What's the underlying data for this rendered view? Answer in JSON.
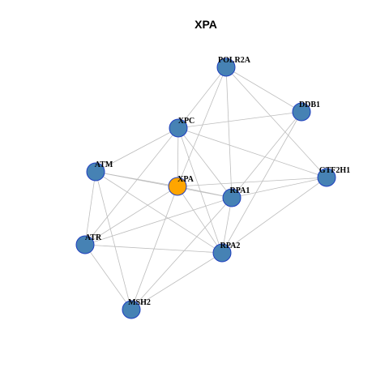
{
  "title": "XPA",
  "colors": {
    "node_default": "#4682b4",
    "node_highlight": "#ffa500",
    "node_border": "#1f3fbf",
    "edge": "#bdbdbd"
  },
  "nodes": [
    {
      "id": "POLR2A",
      "label": "POLR2A",
      "highlight": false
    },
    {
      "id": "DDB1",
      "label": "DDB1",
      "highlight": false
    },
    {
      "id": "XPC",
      "label": "XPC",
      "highlight": false
    },
    {
      "id": "ATM",
      "label": "ATM",
      "highlight": false
    },
    {
      "id": "XPA",
      "label": "XPA",
      "highlight": true
    },
    {
      "id": "GTF2H1",
      "label": "GTF2H1",
      "highlight": false
    },
    {
      "id": "RPA1",
      "label": "RPA1",
      "highlight": false
    },
    {
      "id": "ATR",
      "label": "ATR",
      "highlight": false
    },
    {
      "id": "RPA2",
      "label": "RPA2",
      "highlight": false
    },
    {
      "id": "MSH2",
      "label": "MSH2",
      "highlight": false
    }
  ],
  "edges": [
    [
      "POLR2A",
      "DDB1"
    ],
    [
      "POLR2A",
      "XPC"
    ],
    [
      "POLR2A",
      "XPA"
    ],
    [
      "POLR2A",
      "RPA1"
    ],
    [
      "POLR2A",
      "GTF2H1"
    ],
    [
      "DDB1",
      "XPC"
    ],
    [
      "DDB1",
      "RPA1"
    ],
    [
      "DDB1",
      "RPA2"
    ],
    [
      "XPC",
      "ATM"
    ],
    [
      "XPC",
      "XPA"
    ],
    [
      "XPC",
      "RPA1"
    ],
    [
      "XPC",
      "RPA2"
    ],
    [
      "XPC",
      "GTF2H1"
    ],
    [
      "XPC",
      "ATR"
    ],
    [
      "ATM",
      "XPA"
    ],
    [
      "ATM",
      "RPA1"
    ],
    [
      "ATM",
      "RPA2"
    ],
    [
      "ATM",
      "ATR"
    ],
    [
      "ATM",
      "MSH2"
    ],
    [
      "XPA",
      "RPA1"
    ],
    [
      "XPA",
      "RPA2"
    ],
    [
      "XPA",
      "ATR"
    ],
    [
      "XPA",
      "MSH2"
    ],
    [
      "XPA",
      "GTF2H1"
    ],
    [
      "RPA1",
      "RPA2"
    ],
    [
      "RPA1",
      "GTF2H1"
    ],
    [
      "RPA1",
      "ATR"
    ],
    [
      "RPA1",
      "MSH2"
    ],
    [
      "RPA2",
      "GTF2H1"
    ],
    [
      "RPA2",
      "ATR"
    ],
    [
      "RPA2",
      "MSH2"
    ],
    [
      "ATR",
      "MSH2"
    ]
  ]
}
